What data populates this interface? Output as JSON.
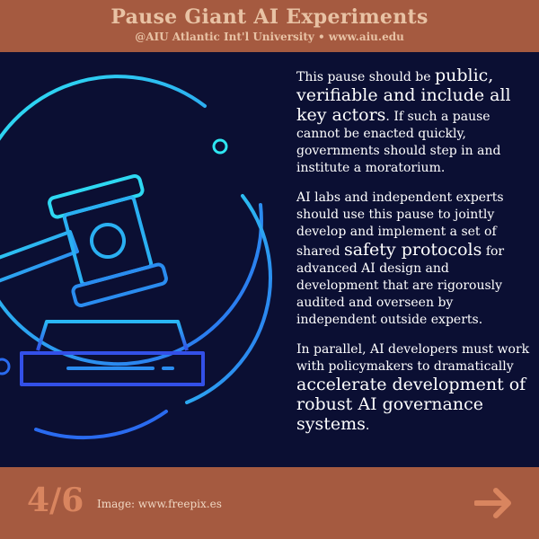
{
  "header": {
    "title": "Pause Giant AI Experiments",
    "subtitle": "@AIU Atlantic Int'l University • www.aiu.edu"
  },
  "content": {
    "p1": {
      "a": "This pause should be ",
      "b": "public, verifiable and include all key actors",
      "c": ". If such a pause cannot be enacted quickly, governments should step in and institute a moratorium."
    },
    "p2": {
      "a": "AI labs and independent experts should use this pause to jointly develop and implement a set of shared ",
      "b": "safety protocols",
      "c": " for advanced AI design and development that are rigorously audited and overseen by independent outside experts."
    },
    "p3": {
      "a": "In parallel, AI developers must work with policymakers to dramatically ",
      "b": "accelerate development of robust AI governance systems",
      "c": "."
    }
  },
  "footer": {
    "page_indicator": "4/6",
    "credit": "Image: www.freepix.es",
    "next_icon": "arrow-right-icon"
  },
  "colors": {
    "brand": "#a55a40",
    "title": "#e8c2a4",
    "panel_bg": "#0b0f33",
    "accent_cyan": "#2ee6f2",
    "accent_blue": "#2a6bf0"
  }
}
